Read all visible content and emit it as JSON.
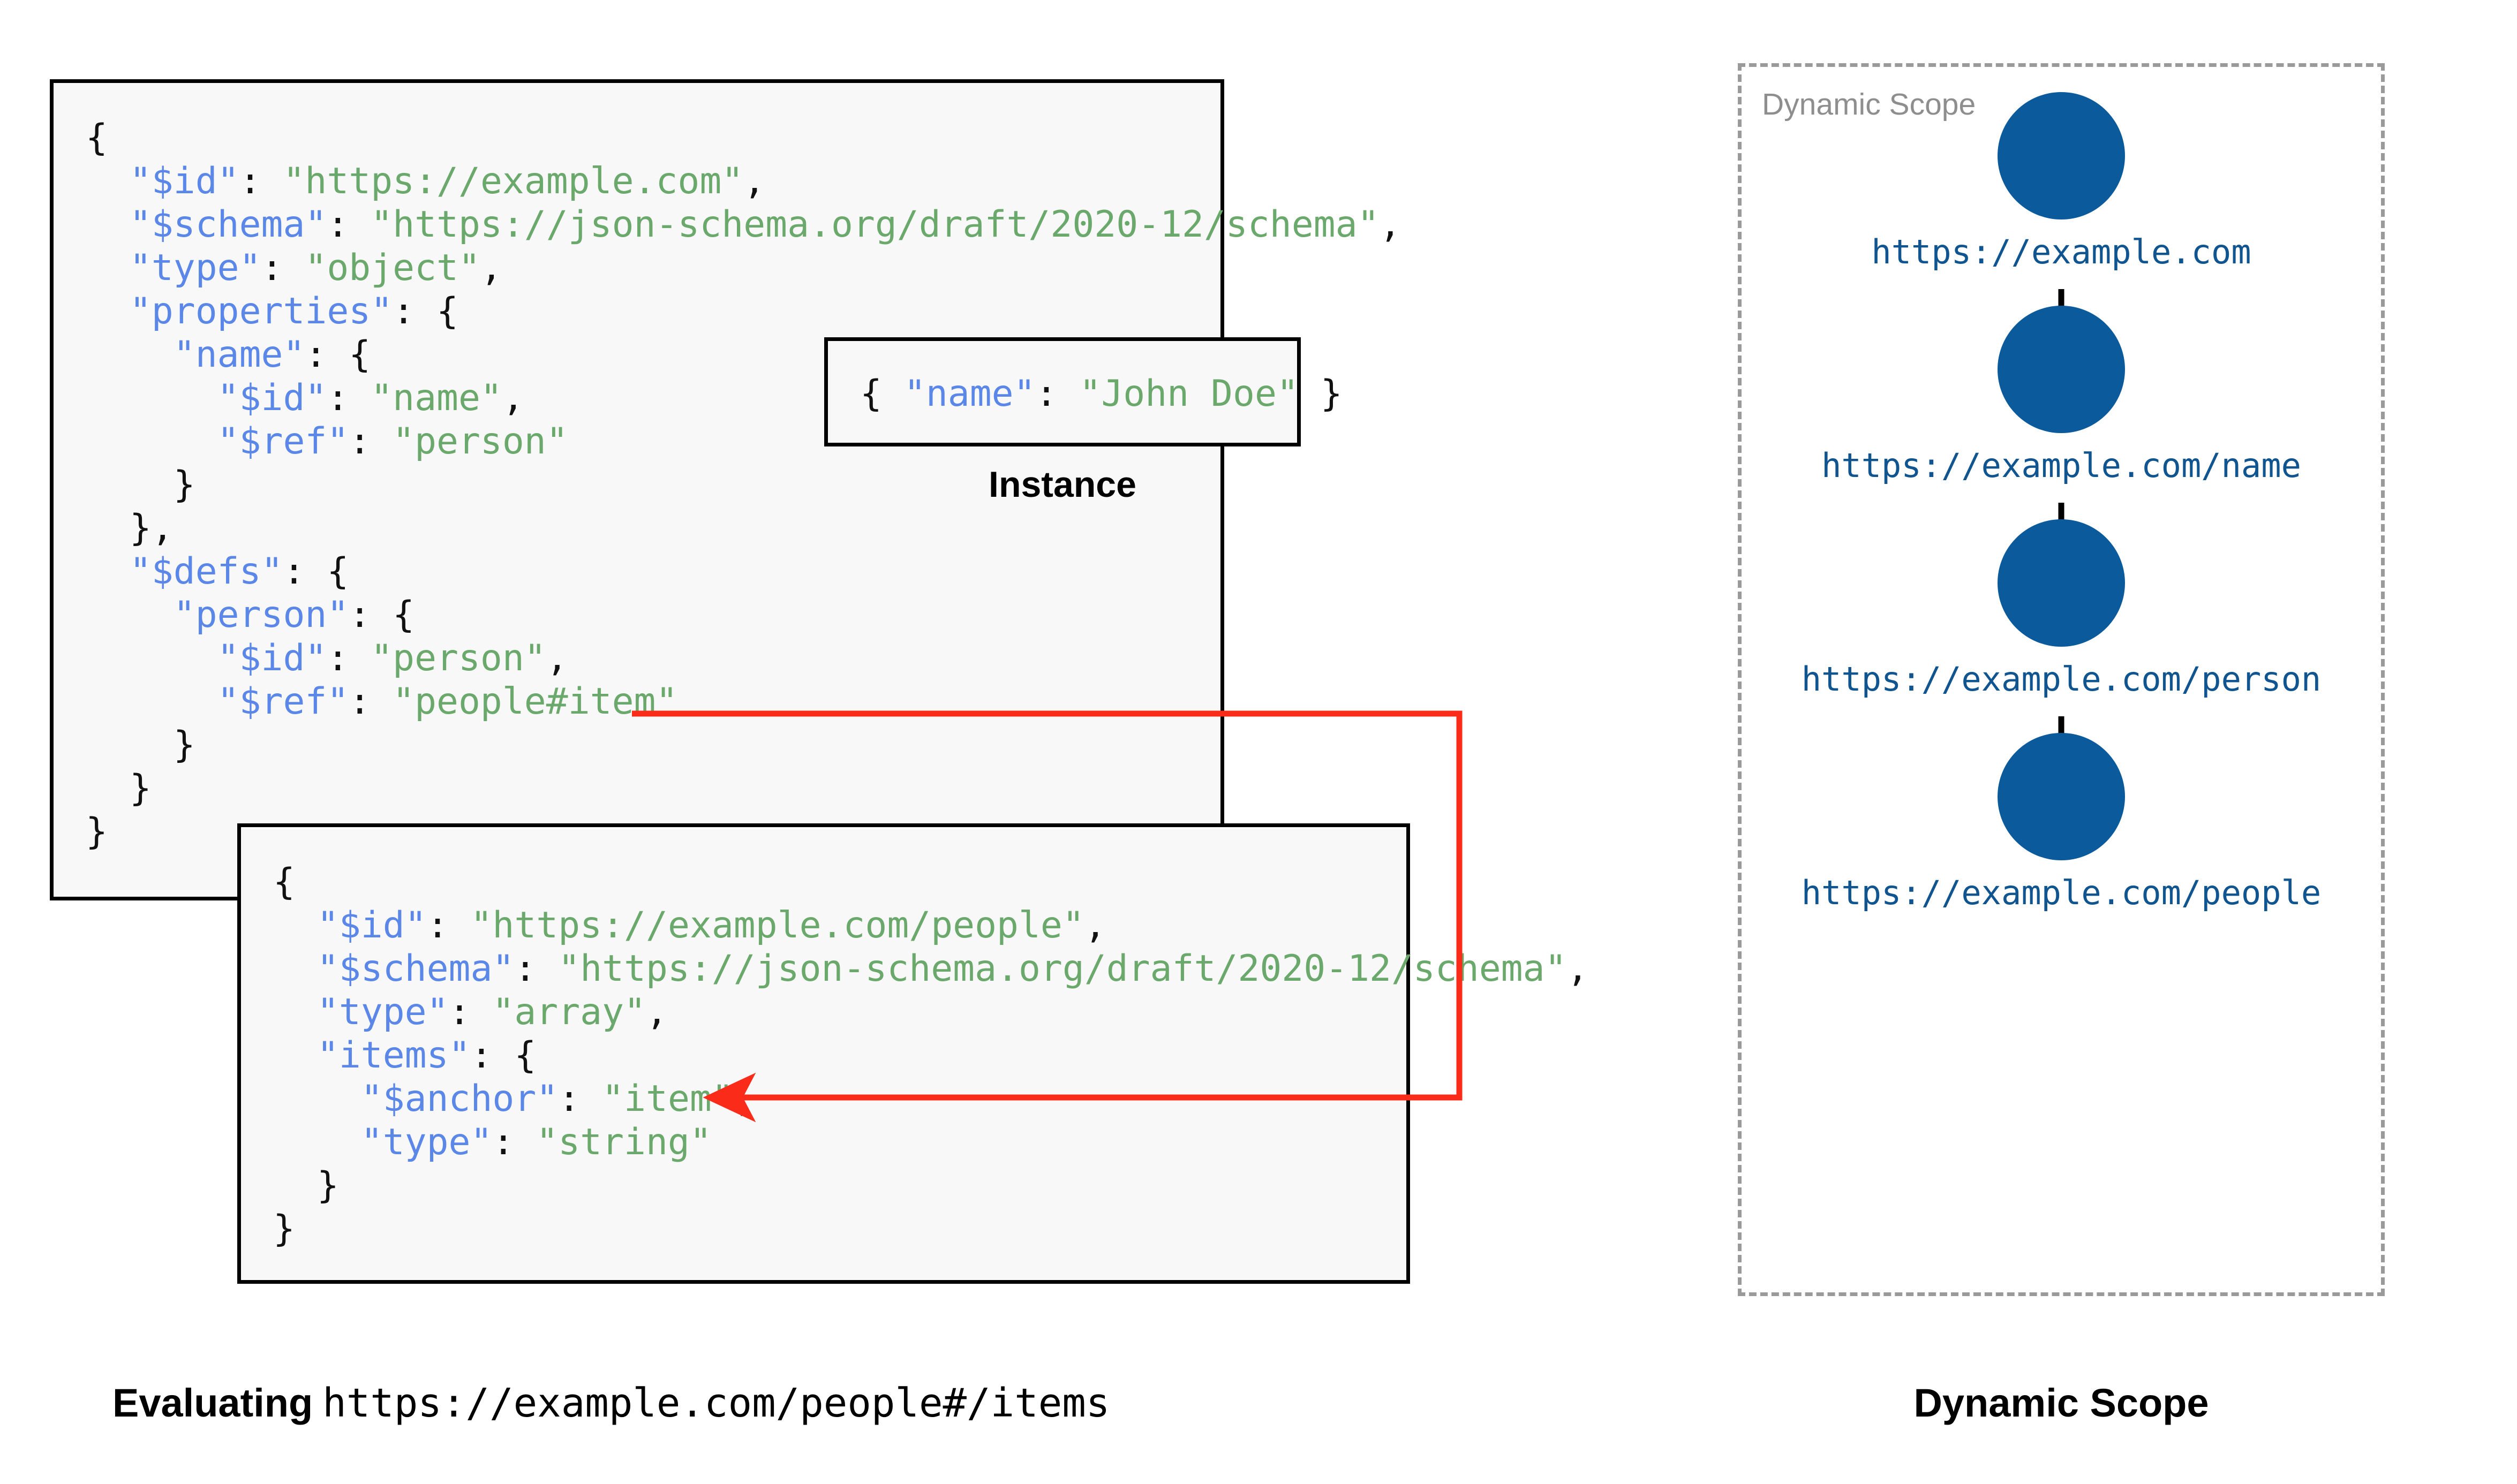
{
  "colors": {
    "key": "#5a87e8",
    "string": "#6aa86b",
    "punct": "#111111",
    "node_fill": "#0b5a9c",
    "node_label": "#10558f",
    "ref_arrow": "#fb2b1a",
    "scope_border": "#9a9a9a",
    "scope_label": "#8e8e8e",
    "box_border": "#000000",
    "box_fill": "#f8f8f8",
    "page_bg": "#ffffff"
  },
  "schema_root": {
    "name": "root-schema",
    "lines": [
      [
        {
          "t": "punct",
          "v": "{"
        }
      ],
      [
        {
          "t": "punct",
          "v": "  "
        },
        {
          "t": "key",
          "v": "\"$id\""
        },
        {
          "t": "punct",
          "v": ": "
        },
        {
          "t": "str",
          "v": "\"https://example.com\""
        },
        {
          "t": "punct",
          "v": ","
        }
      ],
      [
        {
          "t": "punct",
          "v": "  "
        },
        {
          "t": "key",
          "v": "\"$schema\""
        },
        {
          "t": "punct",
          "v": ": "
        },
        {
          "t": "str",
          "v": "\"https://json-schema.org/draft/2020-12/schema\""
        },
        {
          "t": "punct",
          "v": ","
        }
      ],
      [
        {
          "t": "punct",
          "v": "  "
        },
        {
          "t": "key",
          "v": "\"type\""
        },
        {
          "t": "punct",
          "v": ": "
        },
        {
          "t": "str",
          "v": "\"object\""
        },
        {
          "t": "punct",
          "v": ","
        }
      ],
      [
        {
          "t": "punct",
          "v": "  "
        },
        {
          "t": "key",
          "v": "\"properties\""
        },
        {
          "t": "punct",
          "v": ": {"
        }
      ],
      [
        {
          "t": "punct",
          "v": "    "
        },
        {
          "t": "key",
          "v": "\"name\""
        },
        {
          "t": "punct",
          "v": ": {"
        }
      ],
      [
        {
          "t": "punct",
          "v": "      "
        },
        {
          "t": "key",
          "v": "\"$id\""
        },
        {
          "t": "punct",
          "v": ": "
        },
        {
          "t": "str",
          "v": "\"name\""
        },
        {
          "t": "punct",
          "v": ","
        }
      ],
      [
        {
          "t": "punct",
          "v": "      "
        },
        {
          "t": "key",
          "v": "\"$ref\""
        },
        {
          "t": "punct",
          "v": ": "
        },
        {
          "t": "str",
          "v": "\"person\""
        }
      ],
      [
        {
          "t": "punct",
          "v": "    }"
        }
      ],
      [
        {
          "t": "punct",
          "v": "  },"
        }
      ],
      [
        {
          "t": "punct",
          "v": "  "
        },
        {
          "t": "key",
          "v": "\"$defs\""
        },
        {
          "t": "punct",
          "v": ": {"
        }
      ],
      [
        {
          "t": "punct",
          "v": "    "
        },
        {
          "t": "key",
          "v": "\"person\""
        },
        {
          "t": "punct",
          "v": ": {"
        }
      ],
      [
        {
          "t": "punct",
          "v": "      "
        },
        {
          "t": "key",
          "v": "\"$id\""
        },
        {
          "t": "punct",
          "v": ": "
        },
        {
          "t": "str",
          "v": "\"person\""
        },
        {
          "t": "punct",
          "v": ","
        }
      ],
      [
        {
          "t": "punct",
          "v": "      "
        },
        {
          "t": "key",
          "v": "\"$ref\""
        },
        {
          "t": "punct",
          "v": ": "
        },
        {
          "t": "str",
          "v": "\"people#item\""
        }
      ],
      [
        {
          "t": "punct",
          "v": "    }"
        }
      ],
      [
        {
          "t": "punct",
          "v": "  }"
        }
      ],
      [
        {
          "t": "punct",
          "v": "}"
        }
      ]
    ]
  },
  "instance": {
    "caption": "Instance",
    "lines": [
      [
        {
          "t": "punct",
          "v": "{ "
        },
        {
          "t": "key",
          "v": "\"name\""
        },
        {
          "t": "punct",
          "v": ": "
        },
        {
          "t": "str",
          "v": "\"John Doe\""
        },
        {
          "t": "punct",
          "v": " }"
        }
      ]
    ]
  },
  "schema_people": {
    "name": "people-schema",
    "lines": [
      [
        {
          "t": "punct",
          "v": "{"
        }
      ],
      [
        {
          "t": "punct",
          "v": "  "
        },
        {
          "t": "key",
          "v": "\"$id\""
        },
        {
          "t": "punct",
          "v": ": "
        },
        {
          "t": "str",
          "v": "\"https://example.com/people\""
        },
        {
          "t": "punct",
          "v": ","
        }
      ],
      [
        {
          "t": "punct",
          "v": "  "
        },
        {
          "t": "key",
          "v": "\"$schema\""
        },
        {
          "t": "punct",
          "v": ": "
        },
        {
          "t": "str",
          "v": "\"https://json-schema.org/draft/2020-12/schema\""
        },
        {
          "t": "punct",
          "v": ","
        }
      ],
      [
        {
          "t": "punct",
          "v": "  "
        },
        {
          "t": "key",
          "v": "\"type\""
        },
        {
          "t": "punct",
          "v": ": "
        },
        {
          "t": "str",
          "v": "\"array\""
        },
        {
          "t": "punct",
          "v": ","
        }
      ],
      [
        {
          "t": "punct",
          "v": "  "
        },
        {
          "t": "key",
          "v": "\"items\""
        },
        {
          "t": "punct",
          "v": ": {"
        }
      ],
      [
        {
          "t": "punct",
          "v": "    "
        },
        {
          "t": "key",
          "v": "\"$anchor\""
        },
        {
          "t": "punct",
          "v": ": "
        },
        {
          "t": "str",
          "v": "\"item\""
        },
        {
          "t": "punct",
          "v": ","
        }
      ],
      [
        {
          "t": "punct",
          "v": "    "
        },
        {
          "t": "key",
          "v": "\"type\""
        },
        {
          "t": "punct",
          "v": ": "
        },
        {
          "t": "str",
          "v": "\"string\""
        }
      ],
      [
        {
          "t": "punct",
          "v": "  }"
        }
      ],
      [
        {
          "t": "punct",
          "v": "}"
        }
      ]
    ]
  },
  "captions": {
    "evaluating_label": "Evaluating",
    "evaluating_uri": "https://example.com/people#/items",
    "dynamic_scope": "Dynamic Scope"
  },
  "dynamic_scope": {
    "inner_label": "Dynamic Scope",
    "nodes": [
      {
        "id": "node-0",
        "label": "https://example.com"
      },
      {
        "id": "node-1",
        "label": "https://example.com/name"
      },
      {
        "id": "node-2",
        "label": "https://example.com/person"
      },
      {
        "id": "node-3",
        "label": "https://example.com/people"
      }
    ],
    "arrow_count": 3
  }
}
